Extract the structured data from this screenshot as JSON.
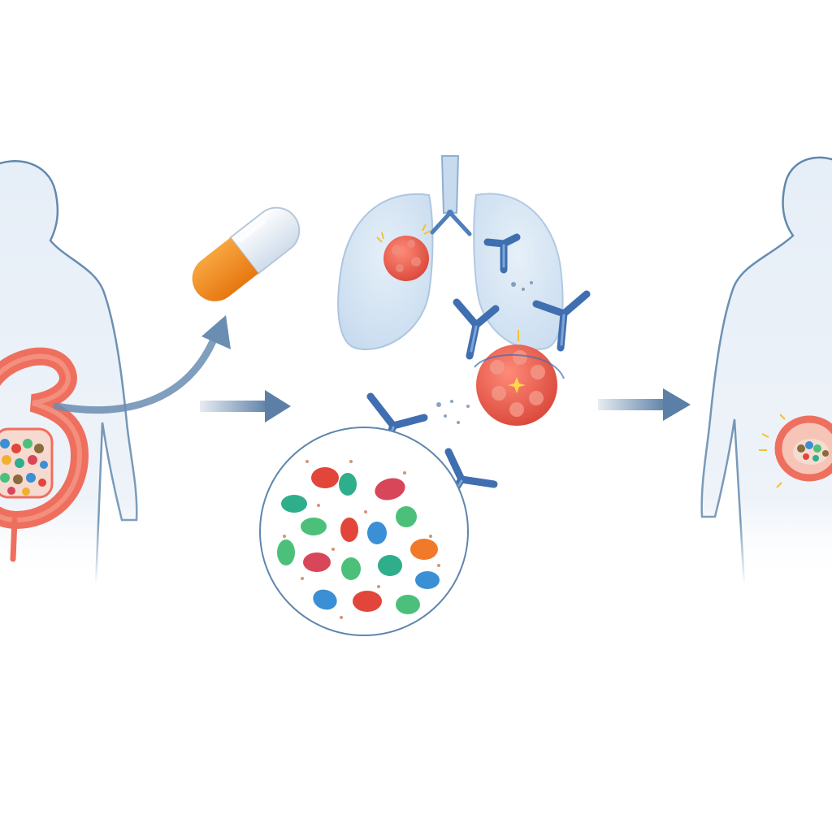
{
  "diagram": {
    "panels": [
      {
        "id": "patient-before",
        "icon": "human-silhouette-icon",
        "organ": "intestine-icon",
        "state": "microbiome-dense"
      },
      {
        "id": "oral-capsule",
        "icon": "capsule-icon"
      },
      {
        "id": "lung-immune-response",
        "icon": "lungs-icon",
        "elements": [
          "tumor-cell-icon",
          "antibody-icon",
          "bacteria-cluster-icon"
        ]
      },
      {
        "id": "patient-after",
        "icon": "human-silhouette-icon",
        "organ": "intestine-icon",
        "state": "microbiome-restored"
      }
    ],
    "flow": [
      "patient-before",
      "oral-capsule",
      "lung-immune-response",
      "patient-after"
    ],
    "colors": {
      "silhouette_fill": "#eaf1f8",
      "silhouette_stroke": "#5f86ad",
      "intestine": "#ef6f5e",
      "capsule_orange": "#f28a1e",
      "capsule_clear": "#e4edf6",
      "arrow": "#5b7fa6",
      "lungs": "#cfe1f2",
      "tumor": "#ea5a4c",
      "antibody": "#3f6fb0",
      "bacteria_palette": [
        "#e2453a",
        "#2fae8c",
        "#3b8fd4",
        "#4cc07a",
        "#f07a2a",
        "#d8465a"
      ]
    }
  }
}
